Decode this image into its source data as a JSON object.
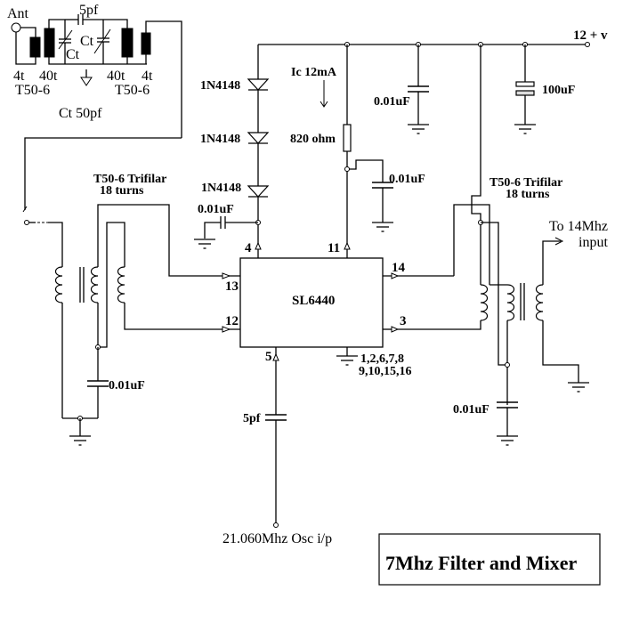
{
  "title": "7Mhz Filter and Mixer",
  "supply": {
    "label": "12 + v"
  },
  "antenna": {
    "label": "Ant"
  },
  "input_filter": {
    "coupling_cap": "5pf",
    "tuning_cap_1": "Ct",
    "tuning_cap_2": "Ct",
    "ct_value": "Ct 50pf",
    "left_coil_turns_primary": "4t",
    "left_coil_turns_secondary": "40t",
    "left_core": "T50-6",
    "right_coil_turns_secondary": "40t",
    "right_coil_turns_primary": "4t",
    "right_core": "T50-6"
  },
  "input_transformer": {
    "label_line1": "T50-6 Trifilar",
    "label_line2": "18 turns",
    "bypass_cap": "0.01uF"
  },
  "output_transformer": {
    "label_line1": "T50-6 Trifilar",
    "label_line2": "18 turns",
    "bypass_cap": "0.01uF"
  },
  "diodes": [
    "1N4148",
    "1N4148",
    "1N4148"
  ],
  "pin4_cap": "0.01uF",
  "bias": {
    "current_label": "Ic 12mA",
    "resistor": "820 ohm",
    "decoupling_cap": "0.01uF"
  },
  "supply_caps": {
    "small": "0.01uF",
    "electrolytic": "100uF"
  },
  "ic": {
    "name": "SL6440",
    "pins": {
      "p4": "4",
      "p11": "11",
      "p13": "13",
      "p12": "12",
      "p14": "14",
      "p3": "3",
      "p5": "5"
    },
    "ground_pins_line1": "1,2,6,7,8",
    "ground_pins_line2": "9,10,15,16"
  },
  "osc": {
    "cap": "5pf",
    "label": "21.060Mhz Osc i/p"
  },
  "output": {
    "label_line1": "To 14Mhz",
    "label_line2": "input"
  }
}
